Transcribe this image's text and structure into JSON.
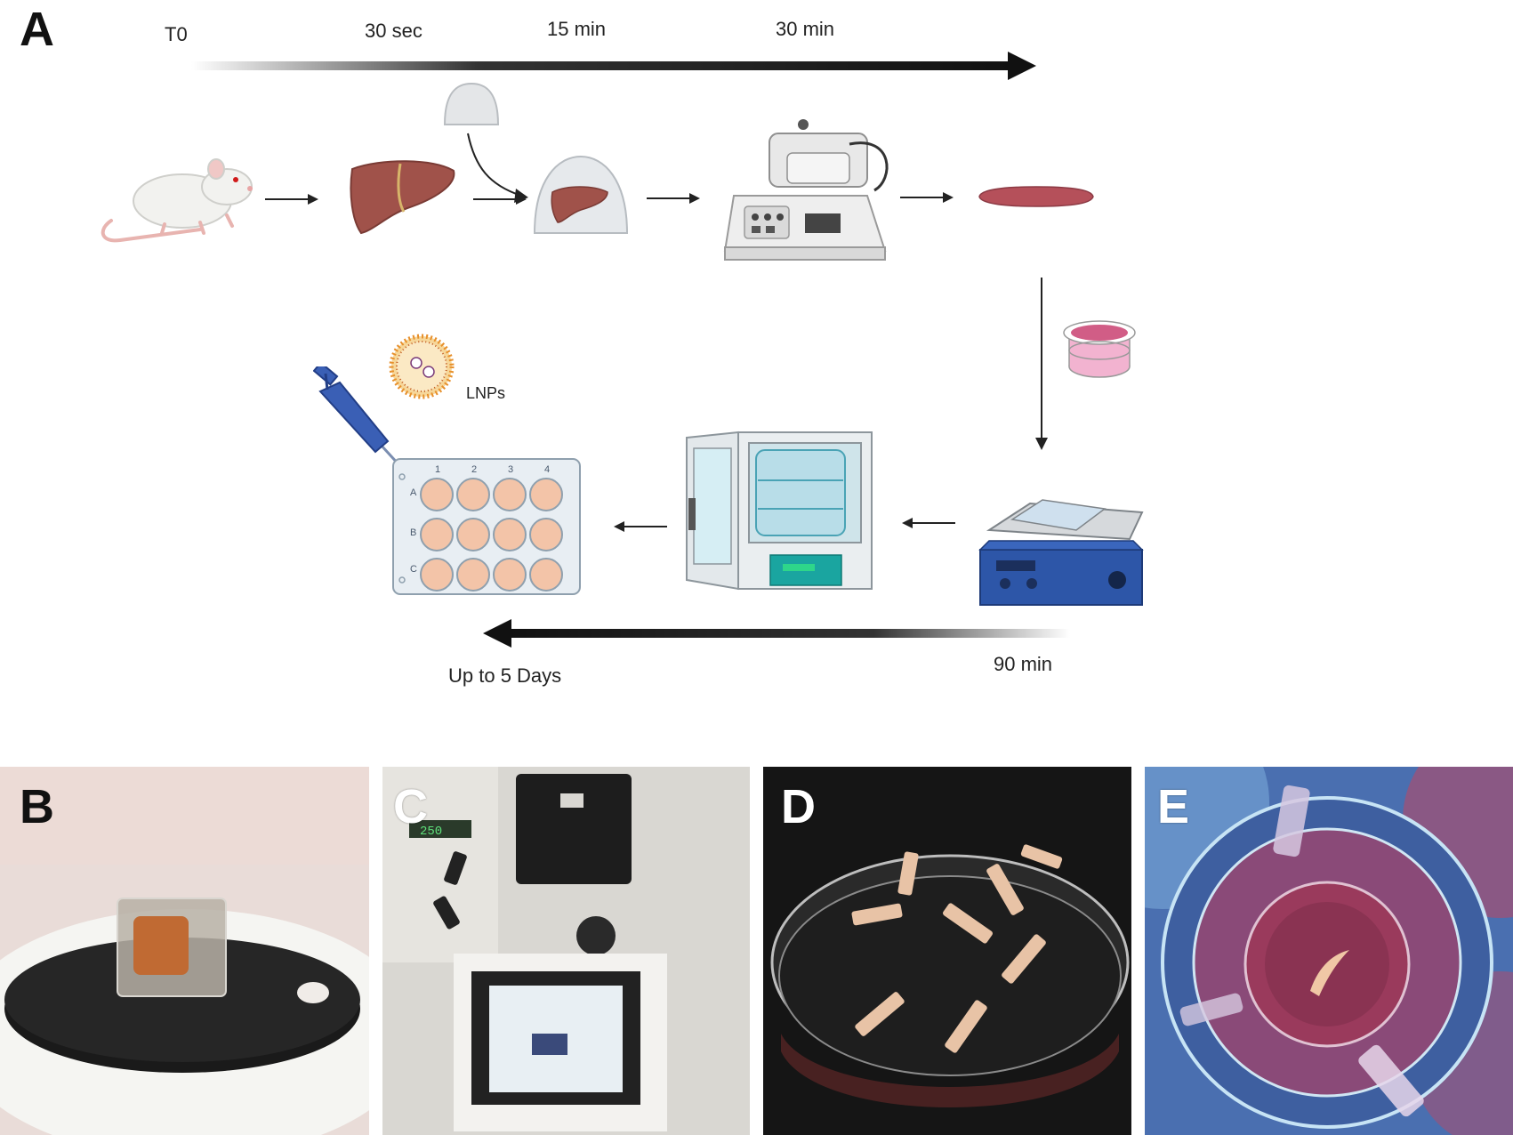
{
  "panels": {
    "a": "A",
    "b": "B",
    "c": "C",
    "d": "D",
    "e": "E"
  },
  "timeline_top": {
    "t0": "T0",
    "t1": "30 sec",
    "t2": "15 min",
    "t3": "30 min"
  },
  "timeline_bottom": {
    "start": "90 min",
    "end": "Up to 5 Days"
  },
  "labels": {
    "lnps": "LNPs"
  },
  "plate": {
    "columns": [
      "1",
      "2",
      "3",
      "4"
    ],
    "rows": [
      "A",
      "B",
      "C"
    ]
  },
  "incubator_display": "== ==",
  "colors": {
    "liver": "#a0524a",
    "well": "#f3c4a8",
    "shaker_blue": "#2d56a8",
    "incubator_teal": "#1aa5a0"
  }
}
